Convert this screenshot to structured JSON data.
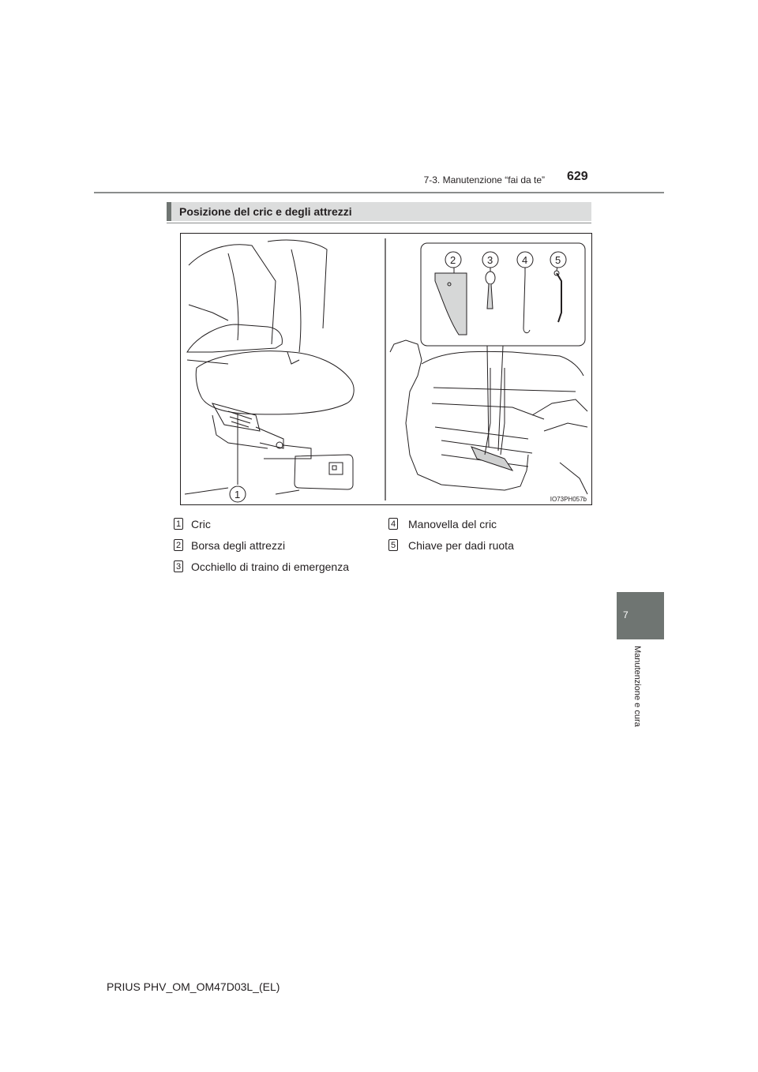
{
  "header": {
    "section": "7-3. Manutenzione “fai da te”",
    "page_number": "629"
  },
  "chapter_tab": {
    "number": "7",
    "title": "Manutenzione e cura"
  },
  "section_heading": "Posizione del cric e degli attrezzi",
  "figure": {
    "code": "IO73PH057b",
    "callouts": [
      "1",
      "2",
      "3",
      "4",
      "5"
    ]
  },
  "legend": [
    {
      "num": "1",
      "label": "Cric"
    },
    {
      "num": "2",
      "label": "Borsa degli attrezzi"
    },
    {
      "num": "3",
      "label": "Occhiello di traino di emergenza"
    },
    {
      "num": "4",
      "label": "Manovella del cric"
    },
    {
      "num": "5",
      "label": "Chiave per dadi ruota"
    }
  ],
  "footer": "PRIUS PHV_OM_OM47D03L_(EL)"
}
